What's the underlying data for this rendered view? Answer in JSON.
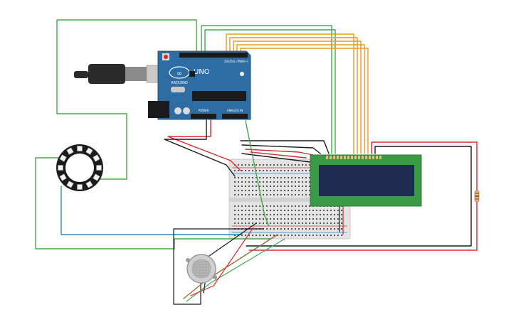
{
  "arduino": {
    "brand": "ARDUINO",
    "model": "UNO",
    "digital_header": "DIGITAL (PWM~)",
    "power_header": "POWER",
    "analog_header": "ANALOG IN"
  },
  "colors": {
    "board": "#2e6da4",
    "board_dark": "#1f4f7c",
    "lcd_pcb": "#3a9a45",
    "lcd_screen": "#1e2c52",
    "breadboard": "#e4e4e4",
    "ring": "#1b1b1b",
    "wire_green": "#43a84a",
    "wire_orange": "#e69a21",
    "wire_red": "#d9292c",
    "wire_black": "#1a1a1a",
    "wire_blue": "#2f86c9",
    "wire_brown": "#9b6a3a",
    "sensor": "#b8b8b8"
  },
  "icons": {
    "usb_plug": "usb-plug-icon",
    "reset_button": "reset-button-icon",
    "power_jack": "dc-power-jack-icon",
    "resistor": "resistor-icon"
  }
}
